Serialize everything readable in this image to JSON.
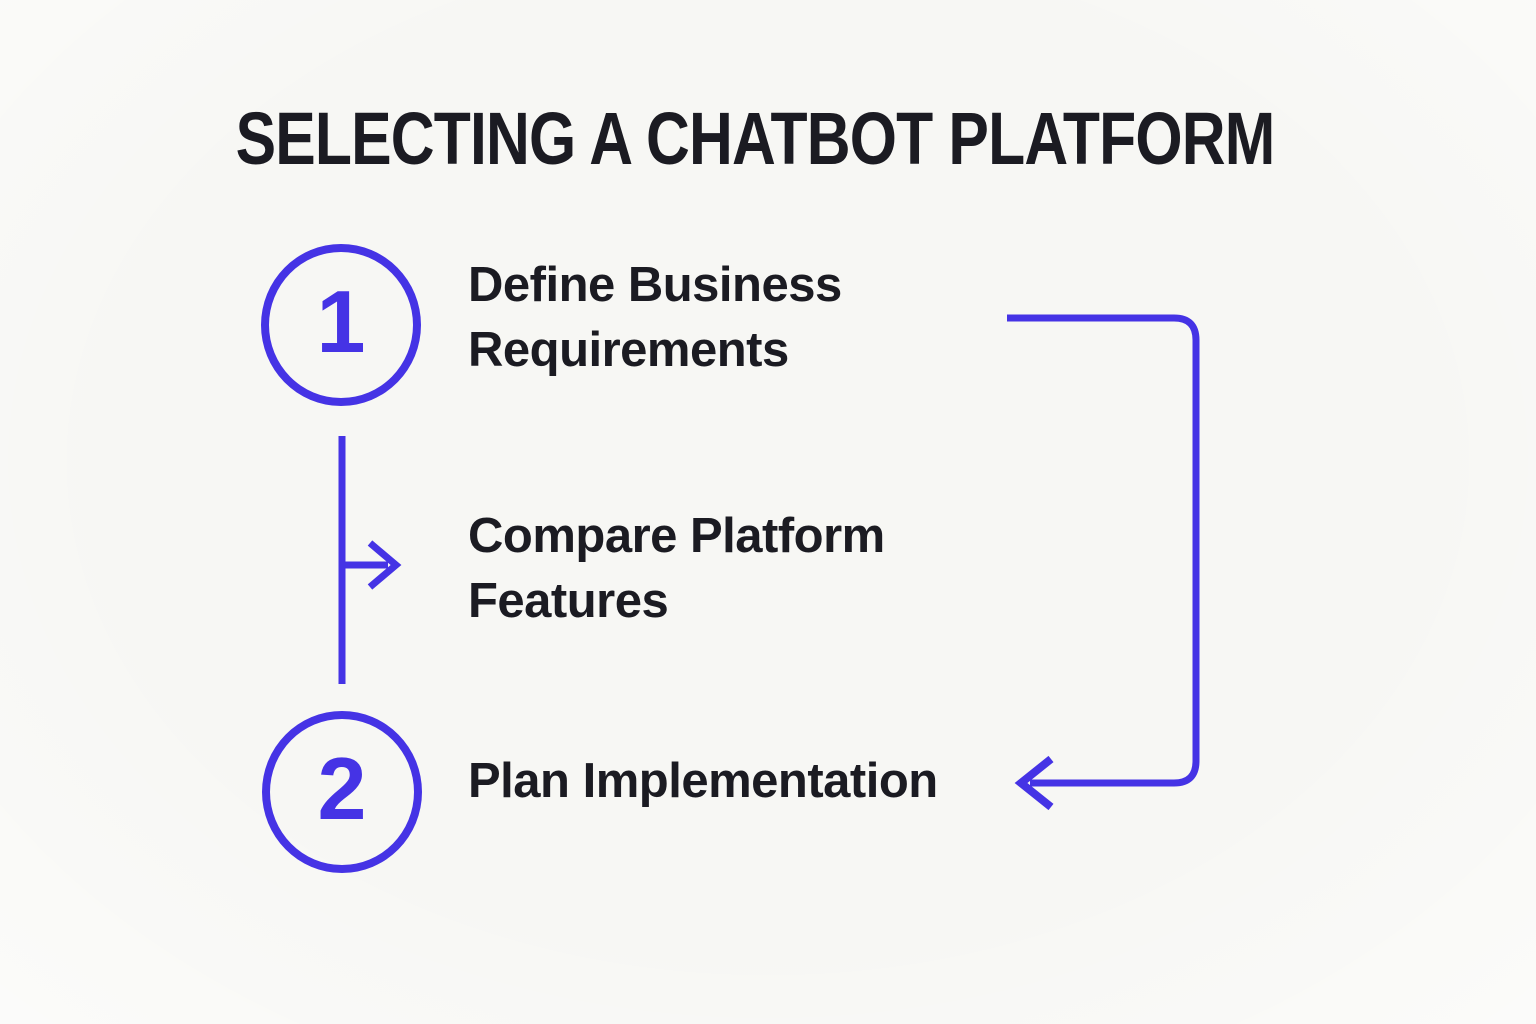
{
  "title": "SELECTING A CHATBOT PLATFORM",
  "colors": {
    "accent": "#4533e5",
    "text": "#1b1b22",
    "background": "#f7f7f4"
  },
  "steps": [
    {
      "number": "1",
      "lines": [
        "Define Business",
        "Requirements"
      ]
    },
    {
      "number": "",
      "lines": [
        "Compare Platform",
        "Features"
      ]
    },
    {
      "number": "2",
      "lines": [
        "Plan Implementation"
      ]
    }
  ]
}
